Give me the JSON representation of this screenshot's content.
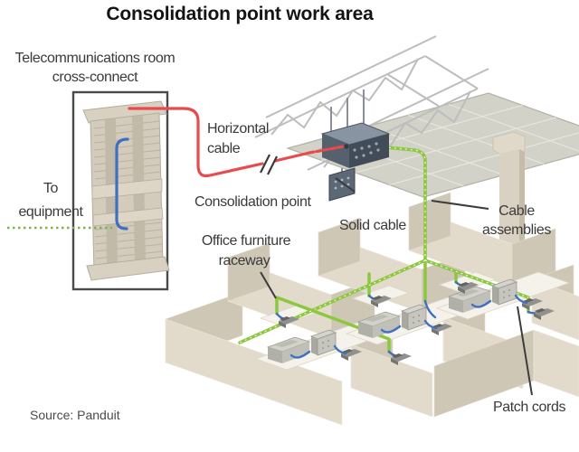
{
  "title": "Consolidation point work area",
  "source": "Source: Panduit",
  "labels": {
    "telecom_room_line1": "Telecommunications room",
    "telecom_room_line2": "cross-connect",
    "to_equipment_line1": "To",
    "to_equipment_line2": "equipment",
    "horizontal_cable_line1": "Horizontal",
    "horizontal_cable_line2": "cable",
    "consolidation_point": "Consolidation point",
    "solid_cable": "Solid cable",
    "cable_assemblies_line1": "Cable",
    "cable_assemblies_line2": "assemblies",
    "office_raceway_line1": "Office furniture",
    "office_raceway_line2": "raceway",
    "patch_cords": "Patch cords"
  },
  "colors": {
    "horizontal_cable_red": "#e94a4e",
    "solid_cable_raceway_green": "#8dc63f",
    "patch_cord_blue": "#3f6fc0",
    "cubicle_wall_beige": "#e2dbcc",
    "cubicle_wall_shade": "#cfc7b5",
    "ceiling_tile_gray": "#d2d2c9",
    "truss_gray": "#bdbdbd",
    "consolidation_box_slate": "#5d6877",
    "label_text": "#3a3a3a"
  }
}
